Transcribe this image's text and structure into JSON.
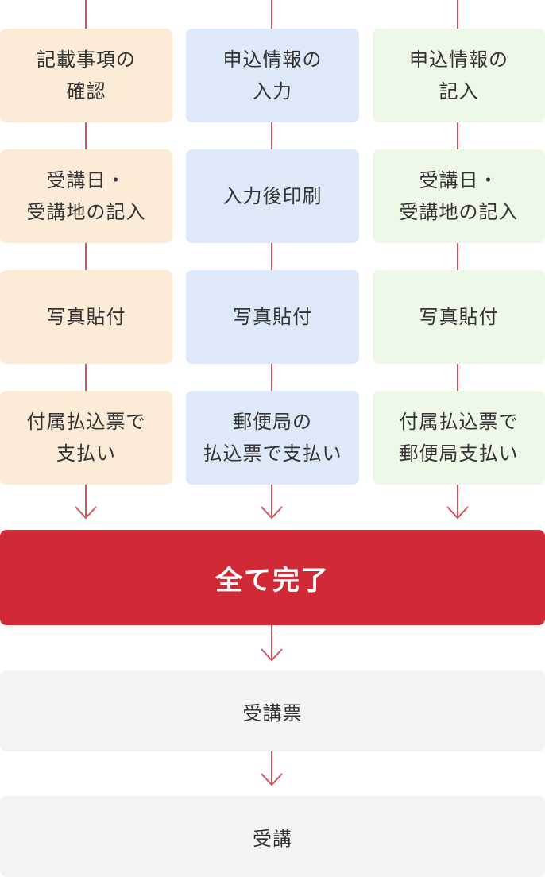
{
  "columns": [
    {
      "steps": [
        "記載事項の\n確認",
        "受講日・\n受講地の記入",
        "写真貼付",
        "付属払込票で\n支払い"
      ]
    },
    {
      "steps": [
        "申込情報の\n入力",
        "入力後印刷",
        "写真貼付",
        "郵便局の\n払込票で支払い"
      ]
    },
    {
      "steps": [
        "申込情報の\n記入",
        "受講日・\n受講地の記入",
        "写真貼付",
        "付属払込票で\n郵便局支払い"
      ]
    }
  ],
  "complete_label": "全て完了",
  "ticket_label": "受講票",
  "attend_label": "受講",
  "colors": {
    "line": "#d0545f",
    "complete_bg": "#cf2a36",
    "col_0_bg": "#fcebd7",
    "col_1_bg": "#dde9f8",
    "col_2_bg": "#edf8e7",
    "grey_bg": "#f3f3f3"
  }
}
